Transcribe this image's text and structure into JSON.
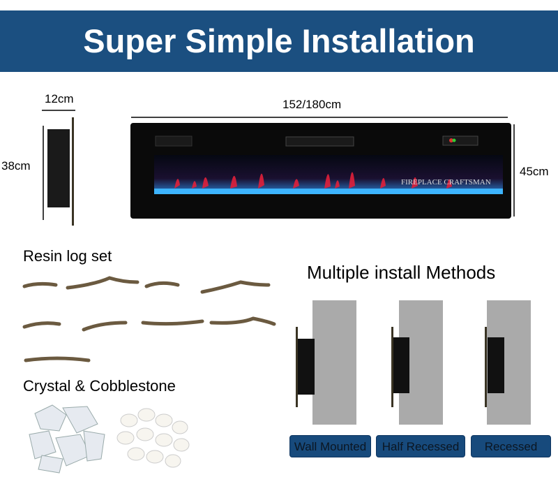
{
  "header": {
    "title": "Super Simple Installation"
  },
  "dimensions": {
    "depth": "12cm",
    "height_side": "38cm",
    "width": "152/180cm",
    "height_front": "45cm"
  },
  "product": {
    "brand_watermark": "FIREPLACE CRAFTSMAN"
  },
  "sections": {
    "logs": "Resin log set",
    "crystal": "Crystal & Cobblestone",
    "install": "Multiple install Methods"
  },
  "install_methods": [
    {
      "label": "Wall Mounted"
    },
    {
      "label": "Half Recessed"
    },
    {
      "label": "Recessed"
    }
  ],
  "colors": {
    "brand": "#1b4f80",
    "button": "#174a7c",
    "wall": "#aaaaaa"
  }
}
